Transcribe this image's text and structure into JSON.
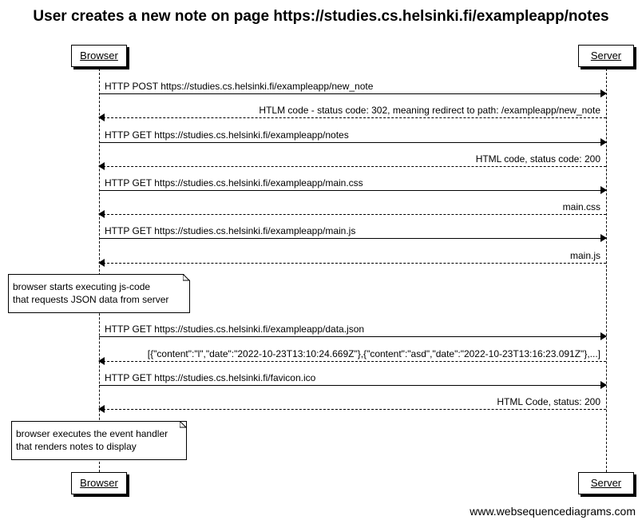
{
  "title": "User creates a new note on page https://studies.cs.helsinki.fi/exampleapp/notes",
  "participants": {
    "browser": "Browser",
    "server": "Server"
  },
  "messages": [
    {
      "from": "Browser",
      "to": "Server",
      "style": "solid",
      "label": "HTTP POST https://studies.cs.helsinki.fi/exampleapp/new_note"
    },
    {
      "from": "Server",
      "to": "Browser",
      "style": "dashed",
      "label": "HTLM code - status code: 302, meaning redirect to path: /exampleapp/new_note"
    },
    {
      "from": "Browser",
      "to": "Server",
      "style": "solid",
      "label": "HTTP GET https://studies.cs.helsinki.fi/exampleapp/notes"
    },
    {
      "from": "Server",
      "to": "Browser",
      "style": "dashed",
      "label": "HTML code, status code: 200"
    },
    {
      "from": "Browser",
      "to": "Server",
      "style": "solid",
      "label": "HTTP GET https://studies.cs.helsinki.fi/exampleapp/main.css"
    },
    {
      "from": "Server",
      "to": "Browser",
      "style": "dashed",
      "label": "main.css"
    },
    {
      "from": "Browser",
      "to": "Server",
      "style": "solid",
      "label": "HTTP GET https://studies.cs.helsinki.fi/exampleapp/main.js"
    },
    {
      "from": "Server",
      "to": "Browser",
      "style": "dashed",
      "label": "main.js"
    },
    {
      "from": "Browser",
      "to": "Server",
      "style": "solid",
      "label": "HTTP GET https://studies.cs.helsinki.fi/exampleapp/data.json"
    },
    {
      "from": "Server",
      "to": "Browser",
      "style": "dashed",
      "label": "[{\"content\":\"l\",\"date\":\"2022-10-23T13:10:24.669Z\"},{\"content\":\"asd\",\"date\":\"2022-10-23T13:16:23.091Z\"},...]"
    },
    {
      "from": "Browser",
      "to": "Server",
      "style": "solid",
      "label": "HTTP GET https://studies.cs.helsinki.fi/favicon.ico"
    },
    {
      "from": "Server",
      "to": "Browser",
      "style": "dashed",
      "label": "HTML Code, status: 200"
    }
  ],
  "notes": [
    {
      "over": "Browser",
      "lines": [
        "browser starts executing js-code",
        "that requests JSON data from server"
      ]
    },
    {
      "over": "Browser",
      "lines": [
        "browser executes the event handler",
        "that renders notes to display"
      ]
    }
  ],
  "watermark": "www.websequencediagrams.com"
}
